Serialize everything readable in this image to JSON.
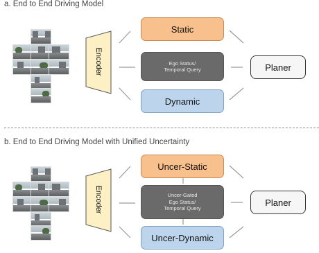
{
  "panel_a": {
    "title": "a. End to End Driving Model",
    "encoder": "Encoder",
    "static": "Static",
    "ego_line1": "Ego Status/",
    "ego_line2": "Temporal Query",
    "dynamic": "Dynamic",
    "planer": "Planer"
  },
  "panel_b": {
    "title": "b. End to End Driving Model with Unified Uncertainty",
    "encoder": "Encoder",
    "static": "Uncer-Static",
    "ego_line1": "Uncer-Gated",
    "ego_line2": "Ego Status/",
    "ego_line3": "Temporal Query",
    "dynamic": "Uncer-Dynamic",
    "planer": "Planer"
  },
  "colors": {
    "static_fill": "#f8c08c",
    "dynamic_fill": "#bdd5ec",
    "ego_fill": "#6a6a6a",
    "encoder_fill": "#fcf0c4",
    "planer_fill": "#f6f6f6"
  },
  "icons": [
    "street-camera-thumbnail"
  ]
}
